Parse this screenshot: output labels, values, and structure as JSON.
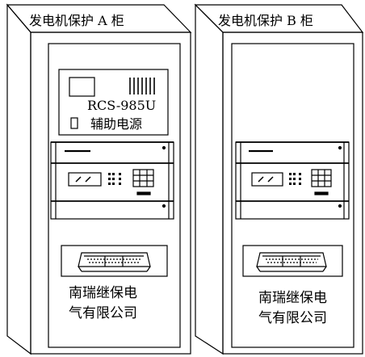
{
  "cabinets": [
    {
      "title": "发电机保护 A 柜",
      "power_panel": {
        "model": "RCS-985U",
        "name": "辅助电源"
      },
      "maker_line1": "南瑞继保电",
      "maker_line2": "气有限公司"
    },
    {
      "title": "发电机保护 B 柜",
      "maker_line1": "南瑞继保电",
      "maker_line2": "气有限公司"
    }
  ]
}
